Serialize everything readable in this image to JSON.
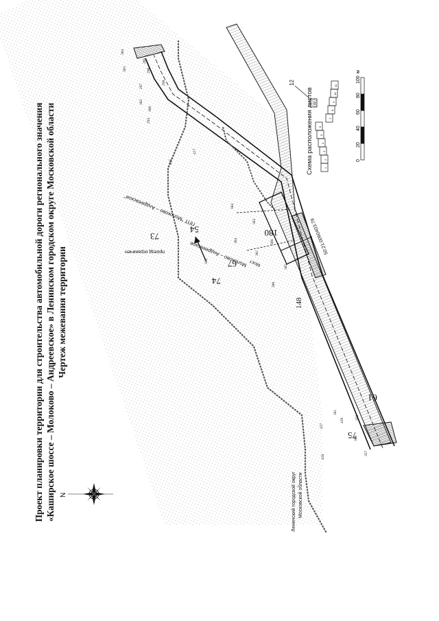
{
  "page_number": "148",
  "title": {
    "line1": "Проект планировки территории для строительства автомобильной дороги регионального значения",
    "line2": "«Каширское шоссе – Молоково – Андреевское» в Ленинском городском округе Московской области",
    "line3": "Чертеж межевания территории"
  },
  "compass": {
    "north_label": "N"
  },
  "district_label": {
    "line1": "Ленинский городской округ",
    "line2": "Московской области"
  },
  "road_labels": {
    "road_name": "Молоково – Андреевское",
    "ppt_label": "ППТ \"Молоково – Андреевское\"",
    "restriction": "проезд ограничен",
    "bridge": "Мост"
  },
  "cadastral_number": "50:21:0060403:79",
  "zone_numbers": [
    "73",
    "54",
    "67",
    "74",
    "180",
    "61",
    "75"
  ],
  "point_numbers": [
    "303",
    "304",
    "295",
    "296",
    "297",
    "302",
    "300",
    "298",
    "294",
    "417",
    "435",
    "382",
    "364",
    "384",
    "383",
    "381",
    "388",
    "386",
    "385",
    "381",
    "359",
    "360",
    "439",
    "437",
    "438",
    "357"
  ],
  "sheet_scheme": {
    "title": "Схема расположения листов",
    "pointer_label": "12",
    "cells": [
      "1",
      "2",
      "3",
      "4",
      "5",
      "6",
      "7",
      "8",
      "9",
      "10",
      "11",
      "12"
    ]
  },
  "scale_bar": {
    "ticks": [
      "0",
      "20",
      "40",
      "60",
      "80",
      "100"
    ],
    "unit": "м"
  },
  "colors": {
    "line": "#111111",
    "hatch": "#555555",
    "dotted": "#555555",
    "border": "#666666"
  }
}
